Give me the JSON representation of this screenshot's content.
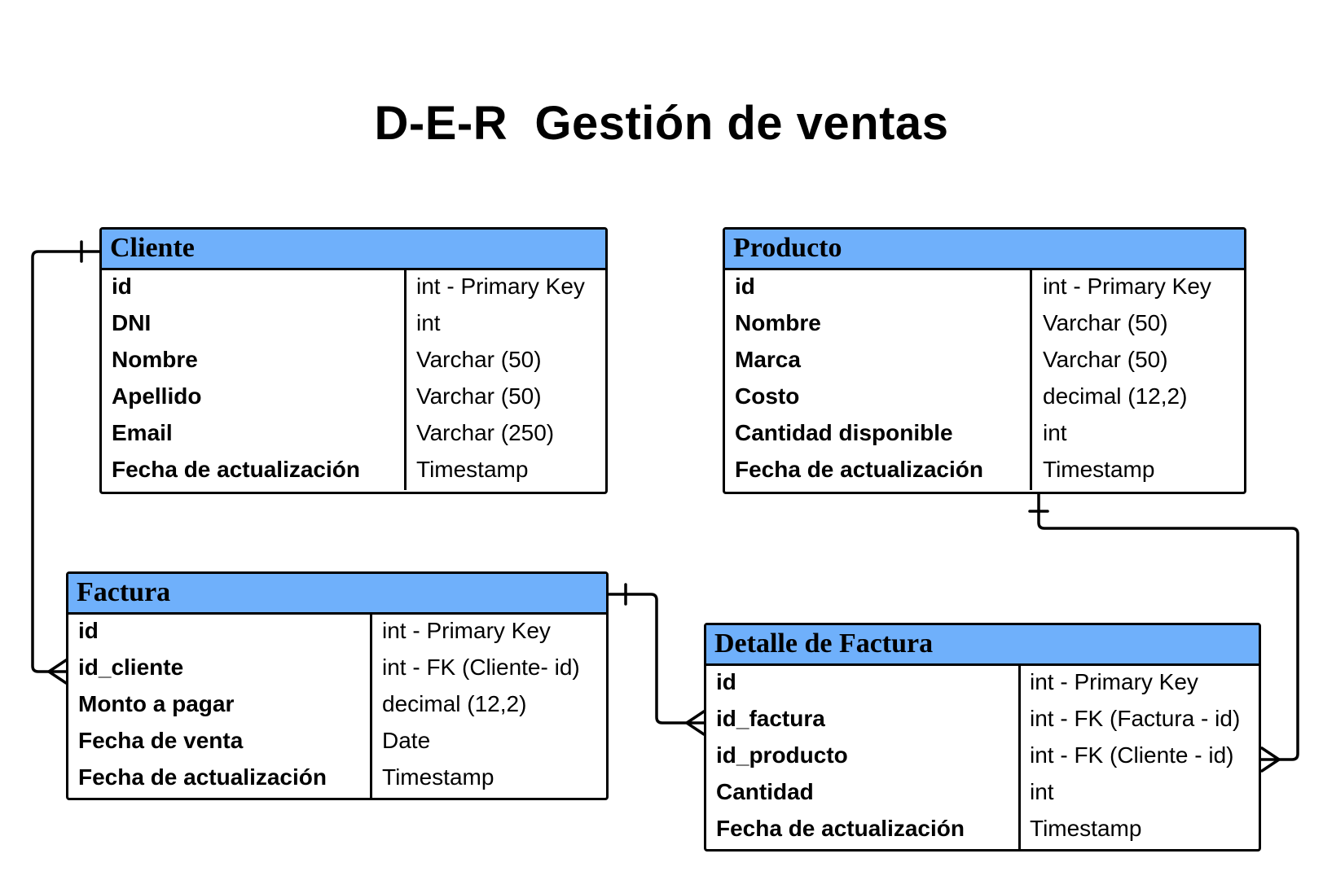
{
  "title": "D-E-R  Gestión de ventas",
  "entities": {
    "cliente": {
      "name": "Cliente",
      "attributes": [
        {
          "name": "id",
          "type": "int - Primary Key"
        },
        {
          "name": "DNI",
          "type": "int"
        },
        {
          "name": "Nombre",
          "type": "Varchar (50)"
        },
        {
          "name": "Apellido",
          "type": "Varchar (50)"
        },
        {
          "name": "Email",
          "type": "Varchar (250)"
        },
        {
          "name": "Fecha de actualización",
          "type": "Timestamp"
        }
      ]
    },
    "producto": {
      "name": "Producto",
      "attributes": [
        {
          "name": "id",
          "type": "int - Primary Key"
        },
        {
          "name": "Nombre",
          "type": "Varchar (50)"
        },
        {
          "name": "Marca",
          "type": "Varchar (50)"
        },
        {
          "name": "Costo",
          "type": "decimal (12,2)"
        },
        {
          "name": "Cantidad disponible",
          "type": "int"
        },
        {
          "name": "Fecha de actualización",
          "type": "Timestamp"
        }
      ]
    },
    "factura": {
      "name": "Factura",
      "attributes": [
        {
          "name": "id",
          "type": "int - Primary Key"
        },
        {
          "name": "id_cliente",
          "type": "int  - FK (Cliente- id)"
        },
        {
          "name": "Monto a pagar",
          "type": "decimal (12,2)"
        },
        {
          "name": "Fecha de venta",
          "type": "Date"
        },
        {
          "name": "Fecha de actualización",
          "type": "Timestamp"
        }
      ]
    },
    "detalle": {
      "name": "Detalle de Factura",
      "attributes": [
        {
          "name": "id",
          "type": "int - Primary Key"
        },
        {
          "name": "id_factura",
          "type": "int  - FK (Factura - id)"
        },
        {
          "name": "id_producto",
          "type": "int  - FK (Cliente - id)"
        },
        {
          "name": "Cantidad",
          "type": "int"
        },
        {
          "name": "Fecha de actualización",
          "type": "Timestamp"
        }
      ]
    }
  },
  "relationships": [
    {
      "from": "Cliente",
      "from_cardinality": "one",
      "to": "Factura.id_cliente",
      "to_cardinality": "many"
    },
    {
      "from": "Factura",
      "from_cardinality": "one",
      "to": "Detalle de Factura.id_factura",
      "to_cardinality": "many"
    },
    {
      "from": "Producto",
      "from_cardinality": "one",
      "to": "Detalle de Factura.id_producto",
      "to_cardinality": "many"
    }
  ],
  "colors": {
    "header_fill": "#6fb0fb",
    "line": "#000000",
    "background": "#ffffff"
  }
}
